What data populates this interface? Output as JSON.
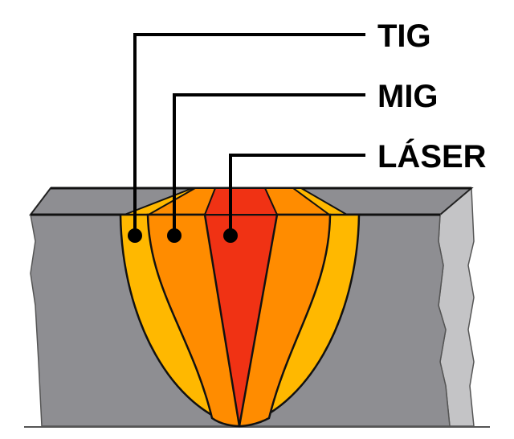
{
  "labels": {
    "tig": "TIG",
    "mig": "MIG",
    "laser": "LÁSER"
  },
  "colors": {
    "metal": "#8e8e92",
    "metal_side": "#c4c4c6",
    "outer_zone": "#ffb800",
    "middle_zone": "#ff8c00",
    "inner_zone": "#f03214",
    "line": "#000000"
  }
}
